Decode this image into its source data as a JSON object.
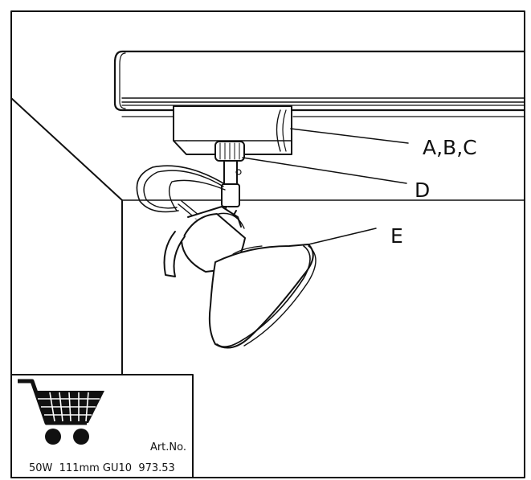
{
  "labels": {
    "a_b_c": "A,B,C",
    "d": "D",
    "e": "E"
  },
  "info_box": {
    "art_no_label": "Art.No.",
    "spec_line": "50W  111mm GU10  973.53"
  },
  "icons": [
    "shopping-cart-icon"
  ],
  "colors": {
    "line": "#111111",
    "background": "#ffffff"
  }
}
